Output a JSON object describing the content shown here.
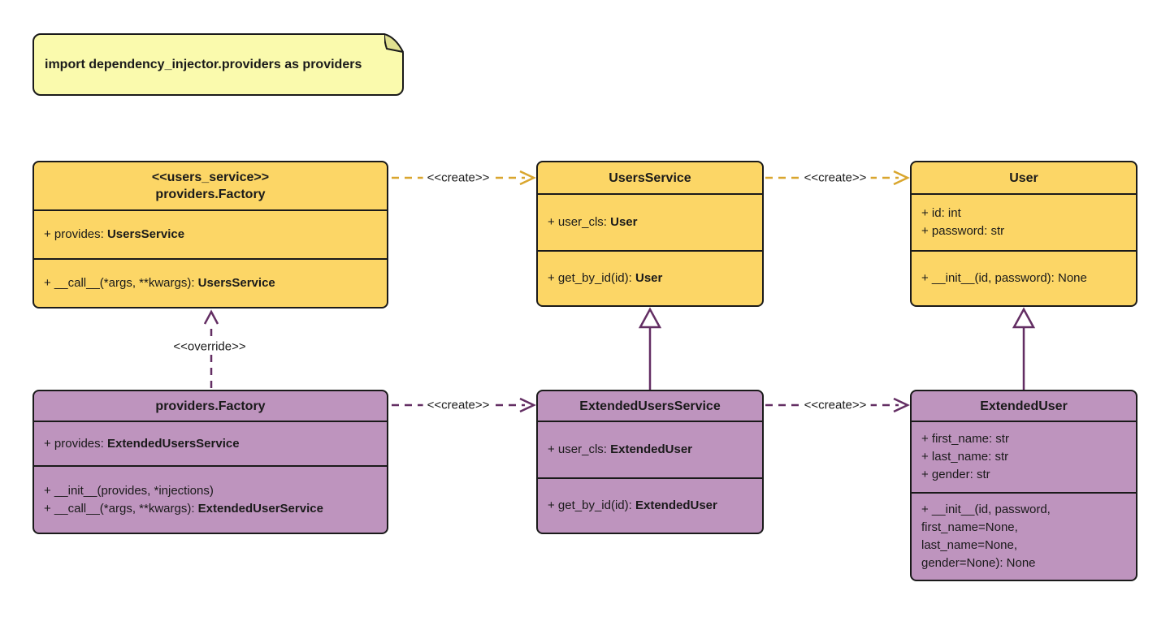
{
  "note": {
    "text": "import dependency_injector.providers as providers"
  },
  "colors": {
    "yellow_fill": "#FCD666",
    "purple_fill": "#BE94BE",
    "yellow_line": "#D9A62E",
    "purple_line": "#632E63",
    "box_border": "#1A1A1A",
    "note_fill": "#FAFAAD",
    "note_fold": "#E0E090",
    "text_color": "#1A1A1A",
    "canvas_bg": "#FFFFFF"
  },
  "classes": {
    "factory_users": {
      "stereotype": "<<users_service>>",
      "name": "providers.Factory",
      "attrs": [
        {
          "pre": "+ provides: ",
          "type": "UsersService"
        }
      ],
      "methods": [
        {
          "pre": "+ __call__(*args, **kwargs): ",
          "type": "UsersService"
        }
      ]
    },
    "users_service": {
      "name": "UsersService",
      "attrs": [
        {
          "pre": "+ user_cls: ",
          "type": "User"
        }
      ],
      "methods": [
        {
          "pre": "+ get_by_id(id): ",
          "type": "User"
        }
      ]
    },
    "user": {
      "name": "User",
      "attrs": [
        {
          "pre": "+ id: int",
          "type": ""
        },
        {
          "pre": "+ password: str",
          "type": ""
        }
      ],
      "methods": [
        {
          "pre": "+ __init__(id, password): None",
          "type": ""
        }
      ]
    },
    "factory_extended": {
      "name": "providers.Factory",
      "attrs": [
        {
          "pre": "+ provides: ",
          "type": "ExtendedUsersService"
        }
      ],
      "methods": [
        {
          "pre": "+ __init__(provides, *injections)",
          "type": ""
        },
        {
          "pre": "+ __call__(*args, **kwargs): ",
          "type": "ExtendedUserService"
        }
      ]
    },
    "extended_users_service": {
      "name": "ExtendedUsersService",
      "attrs": [
        {
          "pre": "+ user_cls: ",
          "type": "ExtendedUser"
        }
      ],
      "methods": [
        {
          "pre": "+ get_by_id(id): ",
          "type": "ExtendedUser"
        }
      ]
    },
    "extended_user": {
      "name": "ExtendedUser",
      "attrs": [
        {
          "pre": "+ first_name: str",
          "type": ""
        },
        {
          "pre": "+ last_name: str",
          "type": ""
        },
        {
          "pre": "+ gender: str",
          "type": ""
        }
      ],
      "methods": [
        {
          "pre": "+ __init__(id, password,",
          "type": ""
        },
        {
          "pre": "first_name=None,",
          "type": ""
        },
        {
          "pre": "last_name=None,",
          "type": ""
        },
        {
          "pre": "gender=None): None",
          "type": ""
        }
      ]
    }
  },
  "arrows": {
    "create_top_left": {
      "label": "<<create>>"
    },
    "create_top_right": {
      "label": "<<create>>"
    },
    "create_bottom_left": {
      "label": "<<create>>"
    },
    "create_bottom_right": {
      "label": "<<create>>"
    },
    "override": {
      "label": "<<override>>"
    }
  }
}
